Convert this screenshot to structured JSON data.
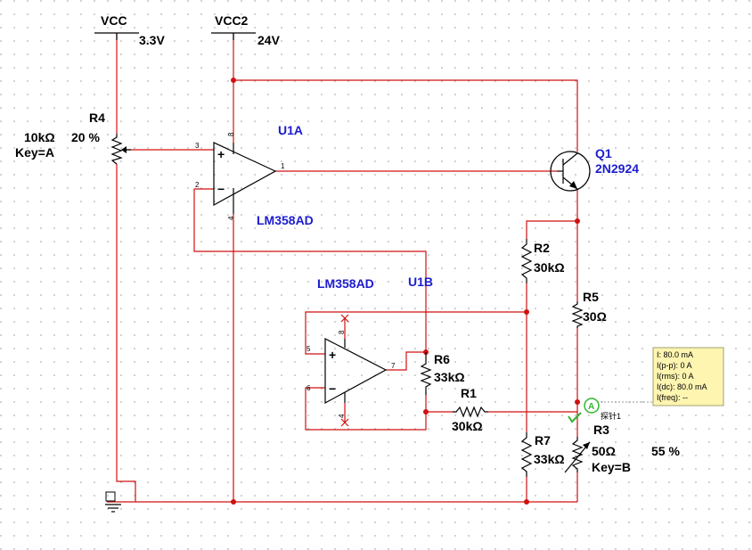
{
  "labels": {
    "vcc": "VCC",
    "vcc_value": "3.3V",
    "vcc2": "VCC2",
    "vcc2_value": "24V",
    "r4_name": "R4",
    "r4_value": "10kΩ",
    "r4_percent": "20 %",
    "r4_key": "Key=A",
    "u1a": "U1A",
    "lm358ad_a": "LM358AD",
    "lm358ad_b": "LM358AD",
    "u1b": "U1B",
    "q1_name": "Q1",
    "q1_model": "2N2924",
    "r2_name": "R2",
    "r2_value": "30kΩ",
    "r5_name": "R5",
    "r5_value": "30Ω",
    "r6_name": "R6",
    "r6_value": "33kΩ",
    "r1_name": "R1",
    "r1_value": "30kΩ",
    "r3_name": "R3",
    "r3_value": "50Ω",
    "r3_percent": "55 %",
    "r3_key": "Key=B",
    "r7_name": "R7",
    "r7_value": "33kΩ",
    "probe_letter": "A",
    "probe_name": "探针1"
  },
  "pins": {
    "u1a_in_plus": "3",
    "u1a_in_minus": "2",
    "u1a_out": "1",
    "u1a_vplus": "8",
    "u1a_vminus": "4",
    "u1b_in_plus": "5",
    "u1b_in_minus": "6",
    "u1b_out": "7",
    "u1b_vplus": "8",
    "u1b_vminus": "4"
  },
  "probe_readout": {
    "line1": "I: 80.0 mA",
    "line2": "I(p-p): 0 A",
    "line3": "I(rms): 0 A",
    "line4": "I(dc): 80.0 mA",
    "line5": "I(freq): --"
  },
  "colors": {
    "wire": "#d01010",
    "label_blue": "#1c1ccf",
    "probe_fill": "#fdf5b0",
    "probe_marker": "#2fb52f"
  }
}
